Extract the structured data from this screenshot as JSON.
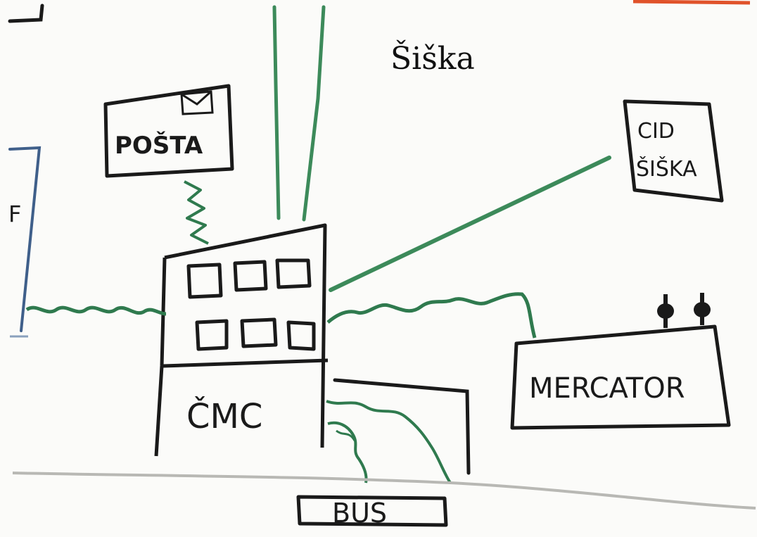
{
  "title": "Šiška",
  "labels": {
    "posta": "POŠTA",
    "cid_line1": "CID",
    "cid_line2": "ŠIŠKA",
    "cmc": "ČMC",
    "mercator": "MERCATOR",
    "bus": "BUS",
    "left_fragment": "F"
  },
  "colors": {
    "ink": "#1a1a1a",
    "green": "#2f7a4e",
    "light_green": "#5aa977",
    "blue_ink": "#3f5f8a",
    "red_mark": "#e0522a"
  }
}
